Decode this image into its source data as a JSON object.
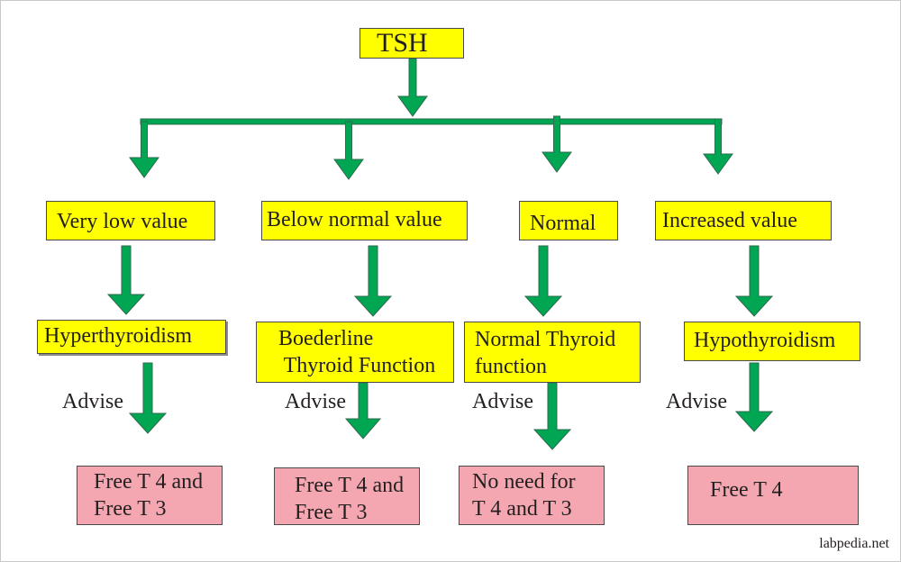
{
  "root": {
    "label": "TSH"
  },
  "levels": {
    "very_low": "Very low value",
    "below_normal": "Below normal value",
    "normal": "Normal",
    "increased": "Increased value"
  },
  "diagnoses": {
    "hyper": "Hyperthyroidism",
    "borderline": "Boederline\n Thyroid Function",
    "normal_function": "Normal Thyroid\nfunction",
    "hypo": "Hypothyroidism"
  },
  "advise_label": "Advise",
  "recommendations": {
    "r1": "Free T 4 and\nFree T 3",
    "r2": "Free T 4 and\nFree T 3",
    "r3": "No need for\nT 4 and T 3",
    "r4": "Free T 4"
  },
  "watermark": "labpedia.net",
  "colors": {
    "arrow": "#00a651",
    "arrow_outline": "#2f6b4f",
    "box_yellow": "#ffff00",
    "box_pink": "#f4a7b1"
  }
}
